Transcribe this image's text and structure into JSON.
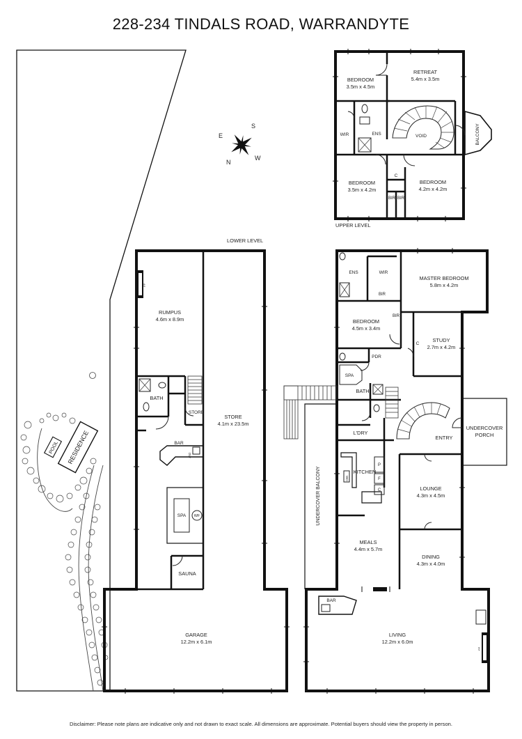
{
  "title": "228-234 TINDALS ROAD, WARRANDYTE",
  "disclaimer": "Disclaimer: Please note plans are indicative only and not drawn to exact scale. All dimensions are approximate. Potential buyers should view the property in person.",
  "compass": {
    "n": "N",
    "s": "S",
    "e": "E",
    "w": "W"
  },
  "site": {
    "residence": "RESIDENCE",
    "pool": "POOL"
  },
  "levels": {
    "upper": "UPPER LEVEL",
    "lower": "LOWER LEVEL"
  },
  "upper": {
    "bedroom1": {
      "name": "BEDROOM",
      "dims": "3.5m x 4.5m"
    },
    "retreat": {
      "name": "RETREAT",
      "dims": "5.4m x 3.5m"
    },
    "wir": "WIR",
    "ens": "ENS",
    "void": "VOID",
    "balcony": "BALCONY",
    "bedroom2": {
      "name": "BEDROOM",
      "dims": "3.5m x 4.2m"
    },
    "bedroom3": {
      "name": "BEDROOM",
      "dims": "4.2m x 4.2m"
    },
    "c": "C",
    "bir1": "BIR",
    "bir2": "BIR"
  },
  "lower": {
    "rumpus": {
      "name": "RUMPUS",
      "dims": "4.6m x 8.9m"
    },
    "store": {
      "name": "STORE",
      "dims": "4.1m x 23.5m"
    },
    "store_small": "STORE",
    "bath": "BATH",
    "bar": "BAR",
    "dw": "DW",
    "spa": "SPA",
    "wf": "WF",
    "sauna": "SAUNA",
    "garage": {
      "name": "GARAGE",
      "dims": "12.2m x 6.1m"
    },
    "fp": "FP"
  },
  "main": {
    "ens": "ENS",
    "wir": "WIR",
    "bir1": "BIR",
    "bir2": "BIR",
    "master": {
      "name": "MASTER BEDROOM",
      "dims": "5.8m x 4.2m"
    },
    "bedroom": {
      "name": "BEDROOM",
      "dims": "4.5m x 3.4m"
    },
    "study": {
      "name": "STUDY",
      "dims": "2.7m x 4.2m"
    },
    "c": "C",
    "pdr": "PDR",
    "spa": "SPA",
    "bath": "BATH",
    "ldry": "L'DRY",
    "entry": "ENTRY",
    "porch1": "UNDERCOVER",
    "porch2": "PORCH",
    "kitchen": "KITCHEN",
    "p": "P",
    "f": "F",
    "c2": "C",
    "wo": "WO",
    "balcony": "UNDERCOVER BALCONY",
    "lounge": {
      "name": "LOUNGE",
      "dims": "4.3m x 4.5m"
    },
    "meals": {
      "name": "MEALS",
      "dims": "4.4m x 5.7m"
    },
    "dining": {
      "name": "DINING",
      "dims": "4.3m x 4.0m"
    },
    "bar": "BAR",
    "living": {
      "name": "LIVING",
      "dims": "12.2m x 6.0m"
    },
    "fp": "FP"
  }
}
